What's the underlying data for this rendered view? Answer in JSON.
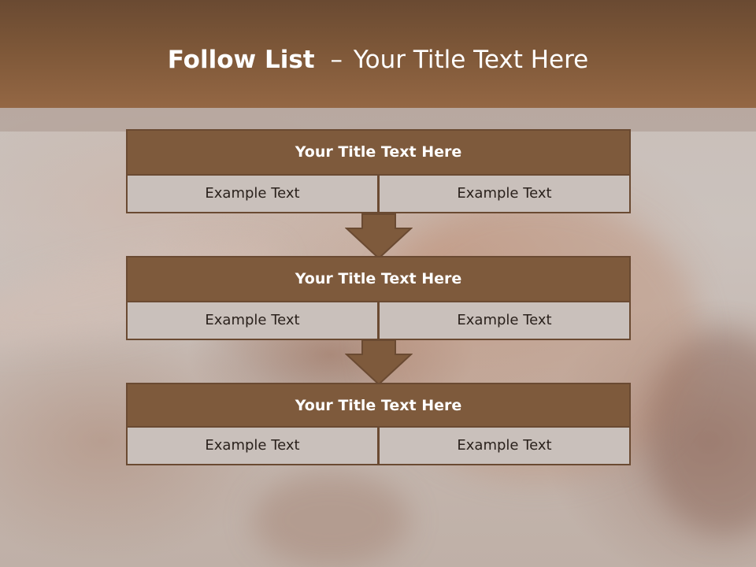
{
  "slide": {
    "title_bold": "Follow List",
    "title_sep": "–",
    "title_rest": "Your Title Text Here"
  },
  "steps": [
    {
      "title": "Your Title Text Here",
      "left": "Example Text",
      "right": "Example Text"
    },
    {
      "title": "Your Title Text Here",
      "left": "Example Text",
      "right": "Example Text"
    },
    {
      "title": "Your Title Text Here",
      "left": "Example Text",
      "right": "Example Text"
    }
  ],
  "colors": {
    "header_brown": "#7d5738",
    "box_brown": "#7e5a3c",
    "cell_fill": "#c9c0bb",
    "border": "#6a4a32",
    "arrow_fill": "#7e5a3c"
  },
  "icons": {
    "connector": "down-arrow-icon"
  }
}
